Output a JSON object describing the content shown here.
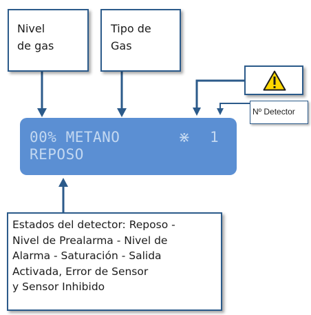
{
  "labels": {
    "nivel_line1": "Nivel",
    "nivel_line2": "de gas",
    "tipo_line1": "Tipo de",
    "tipo_line2": "Gas",
    "detector": "Nº Detector",
    "estados": "Estados del detector: Reposo -\nNivel de Prealarma - Nivel de\nAlarma - Saturación - Salida\nActivada, Error de Sensor\ny Sensor Inhibido"
  },
  "display": {
    "line1": "00% METANO",
    "line2": "REPOSO",
    "icon": "⋇",
    "detector_number": "1"
  },
  "icons": {
    "warning": "warning-triangle-icon"
  },
  "colors": {
    "lcd_background": "#5b8fd3",
    "lcd_text": "#c3d8f1",
    "box_border": "#2b5a8a",
    "arrow": "#2b5a8a",
    "warning_fill": "#ffd800"
  }
}
